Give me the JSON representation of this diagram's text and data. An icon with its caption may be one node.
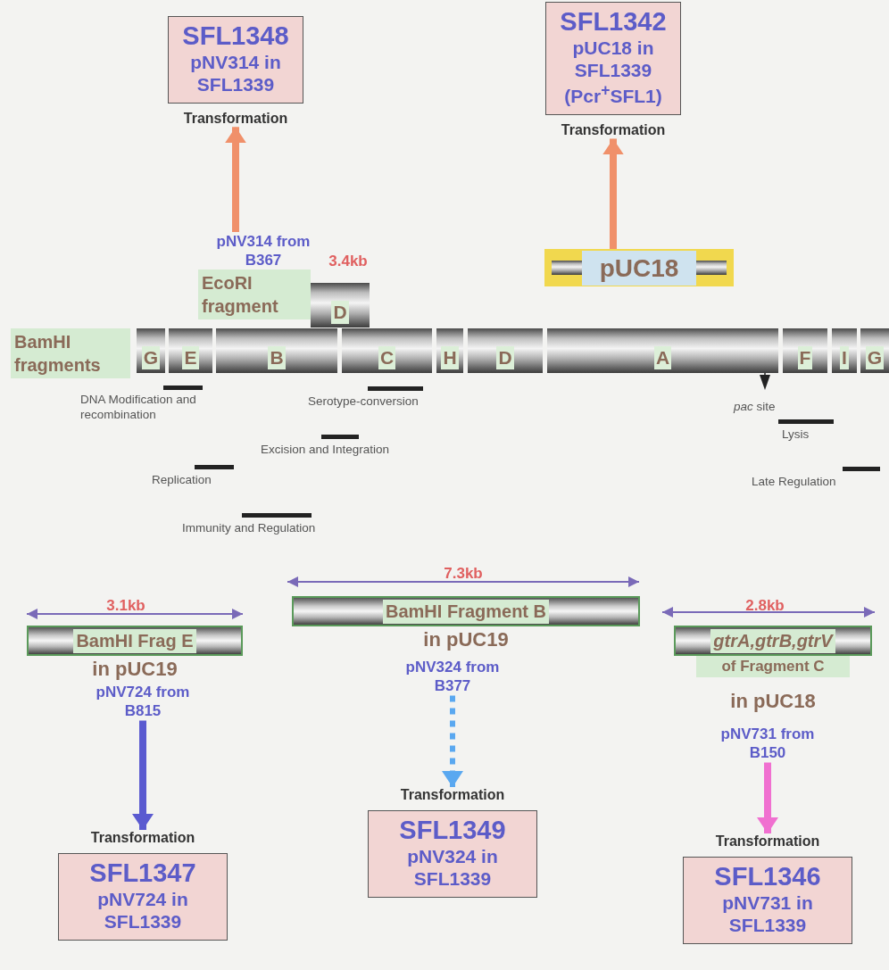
{
  "diagram": {
    "nodes": [
      {
        "text": [
          "SFL1348",
          "pNV314 in SFL1339"
        ],
        "beside": [
          "Transformation"
        ]
      },
      {
        "text": [
          "SFL1342",
          "pUC18 in SFL1339 (Pcr$^{+}$SFL1)"
        ],
        "beside": [
          "Transformation"
        ]
      },
      {
        "text": [
          "pNV314 from B367"
        ]
      },
      {
        "text": [
          "pUC18"
        ]
      },
      {
        "text": [
          "EcoRI fragment"
        ]
      },
      {
        "text": [
          "D"
        ]
      },
      {
        "text": [
          "BamHI fragments"
        ]
      },
      {
        "text": [
          "G"
        ]
      },
      {
        "text": [
          "E"
        ]
      },
      {
        "text": [
          "B"
        ]
      },
      {
        "text": [
          "C"
        ]
      },
      {
        "text": [
          "H"
        ]
      },
      {
        "text": [
          "D"
        ]
      },
      {
        "text": [
          "A"
        ]
      },
      {
        "text": [
          "F"
        ]
      },
      {
        "text": [
          "I"
        ]
      },
      {
        "text": [
          "G"
        ]
      },
      {
        "text": [
          "BamHI Frag E"
        ],
        "beside": [
          "in pUC19"
        ]
      },
      {
        "text": [
          "BamHI Fragment B"
        ],
        "beside": [
          "in pUC19"
        ]
      },
      {
        "text": [
          "gtrA,gtrB,gtrV",
          "of Fragment C"
        ],
        "beside": [
          "in pUC18"
        ]
      },
      {
        "text": [
          "pNV724 from B815"
        ]
      },
      {
        "text": [
          "pNV324 from B377"
        ]
      },
      {
        "text": [
          "pNV731 from B150"
        ]
      },
      {
        "text": [
          "SFL1347",
          "pNV724 in SFL1339"
        ],
        "beside": [
          "Transformation"
        ]
      },
      {
        "text": [
          "SFL1349",
          "pNV324 in SFL1339"
        ],
        "beside": [
          "Transformation"
        ]
      },
      {
        "text": [
          "SFL1346",
          "pNV731 in SFL1339"
        ],
        "beside": [
          "Transformation"
        ]
      }
    ],
    "edges": [
      {
        "from": 2,
        "to": 0,
        "arrow": "to",
        "color": "#f0906a"
      },
      {
        "from": 3,
        "to": 1,
        "arrow": "to",
        "color": "#f0906a"
      },
      {
        "from": 20,
        "to": 23,
        "arrow": "to",
        "color": "#5a5ad0"
      },
      {
        "from": 21,
        "to": 24,
        "arrow": "to",
        "style": "dashed",
        "color": "#5aa8f0"
      },
      {
        "from": 22,
        "to": 25,
        "arrow": "to",
        "color": "#f070d0"
      }
    ],
    "labels": [
      "3.4kb",
      "DNA Modification and recombination",
      "Serotype-conversion",
      "*pac* site",
      "Lysis",
      "Excision and Integration",
      "Replication",
      "Late Regulation",
      "Immunity and Regulation",
      "7.3kb",
      "3.1kb",
      "2.8kb"
    ]
  }
}
